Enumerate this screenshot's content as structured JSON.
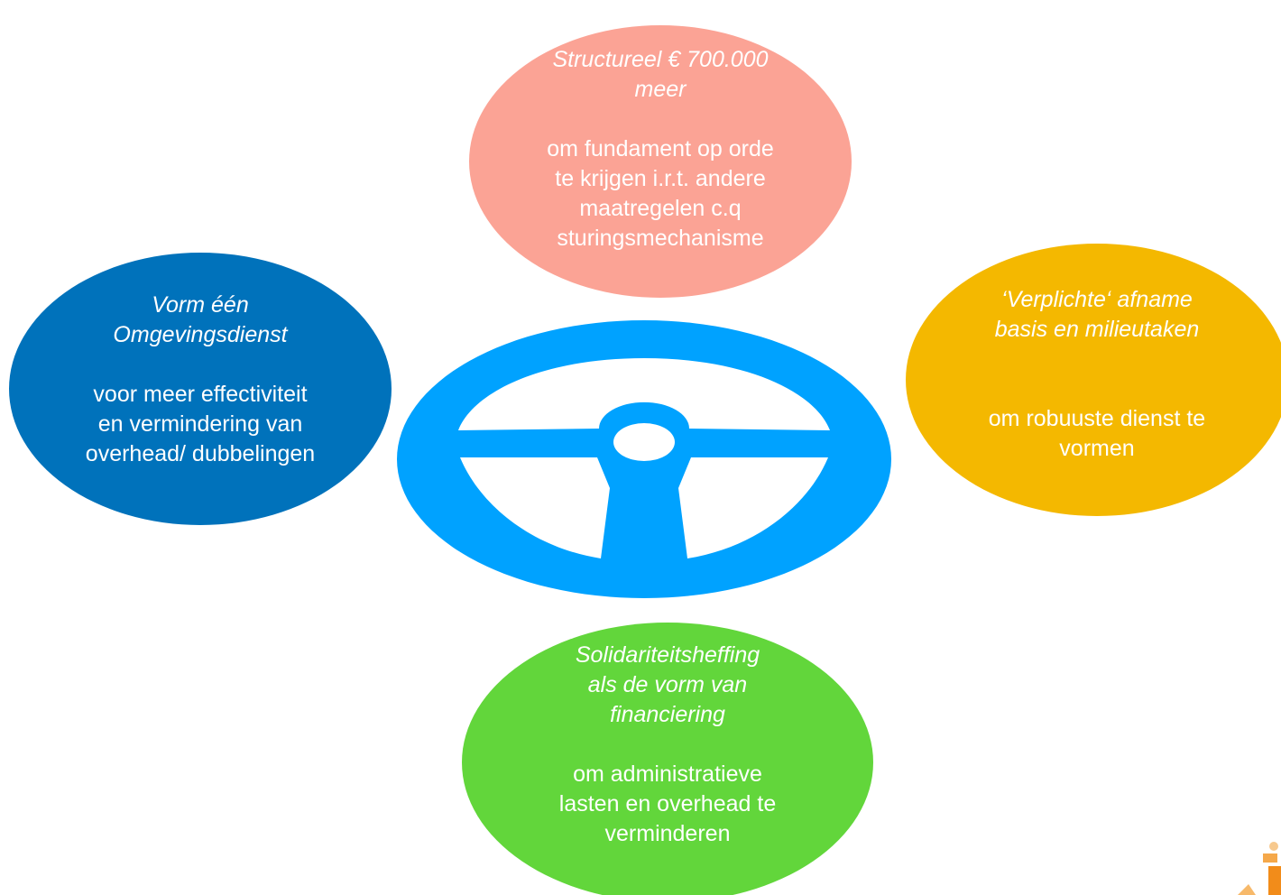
{
  "bubbles": {
    "top": {
      "title": "Structureel € 700.000\nmeer",
      "description": "om fundament op orde\nte krijgen i.r.t. andere\nmaatregelen  c.q\nsturingsmechanisme",
      "color": "#fba395"
    },
    "left": {
      "title": "Vorm één\nOmgevingsdienst",
      "description": "voor meer effectiviteit\nen vermindering van\noverhead/ dubbelingen",
      "color": "#0072bb"
    },
    "right": {
      "title": "‘Verplichte‘ afname\nbasis en milieutaken",
      "description": "om robuuste dienst te\nvormen",
      "color": "#f4b800"
    },
    "bottom": {
      "title": "Solidariteitsheffing\nals de vorm van\nfinanciering",
      "description": "om administratieve\nlasten en overhead te\nverminderen",
      "color": "#62d63b"
    }
  },
  "center_icon": {
    "name": "steering-wheel-icon",
    "color": "#00a2ff"
  },
  "corner_logo": {
    "name": "logo-icon",
    "color": "#f28c1a"
  }
}
